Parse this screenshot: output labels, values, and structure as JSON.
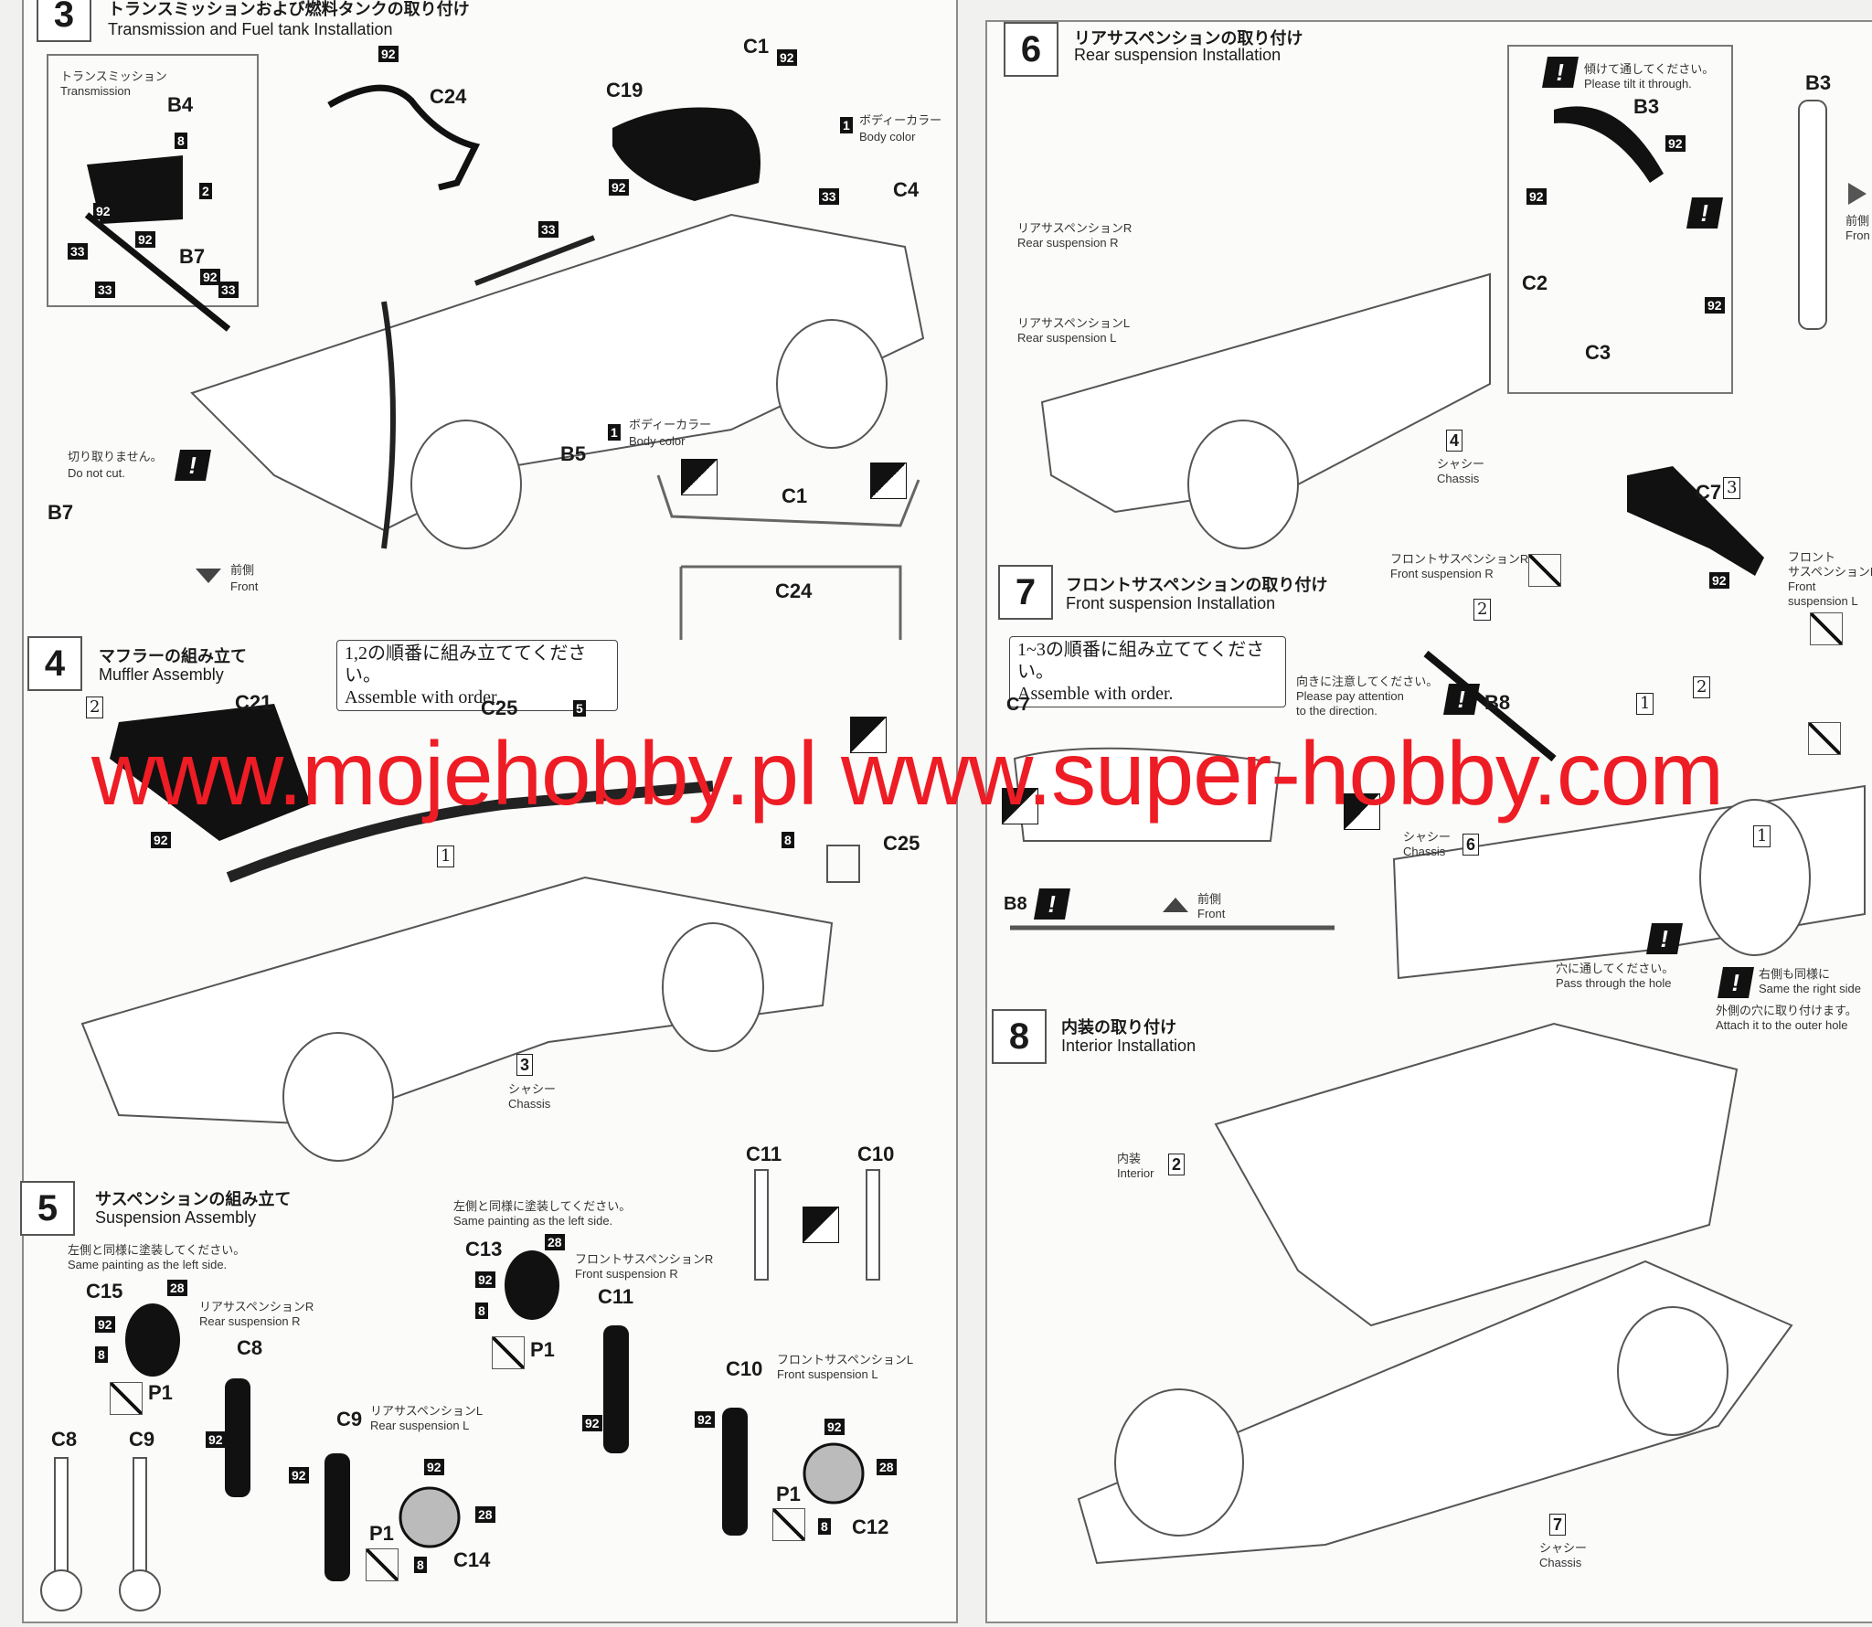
{
  "watermark": "www.mojehobby.pl www.super-hobby.com",
  "colors": {
    "watermark": "#ee1c24",
    "ink": "#111111",
    "paper": "#fbfbfa"
  },
  "step3": {
    "number": "3",
    "title_jp": "トランスミッションおよび燃料タンクの取り付け",
    "title_en": "Transmission and Fuel tank Installation",
    "inset_jp": "トランスミッション",
    "inset_en": "Transmission",
    "parts": [
      "B4",
      "B7",
      "C24",
      "C19",
      "C1",
      "C4",
      "B5",
      "B7",
      "C1",
      "C24"
    ],
    "badges": [
      "8",
      "2",
      "92",
      "92",
      "92",
      "33",
      "33",
      "33",
      "92",
      "92",
      "92",
      "33",
      "33",
      "1",
      "1"
    ],
    "body_color_jp": "ボディーカラー",
    "body_color_en": "Body color",
    "do_not_cut_jp": "切り取りません。",
    "do_not_cut_en": "Do not cut.",
    "front_jp": "前側",
    "front_en": "Front"
  },
  "step4": {
    "number": "4",
    "title_jp": "マフラーの組み立て",
    "title_en": "Muffler Assembly",
    "note_jp": "1,2の順番に組み立ててください。",
    "note_en": "Assemble with order.",
    "parts": [
      "C21",
      "C25",
      "C25"
    ],
    "badges": [
      "92",
      "5",
      "8"
    ],
    "order": [
      "2",
      "1"
    ],
    "chassis_num": "3",
    "chassis_jp": "シャシー",
    "chassis_en": "Chassis"
  },
  "step5": {
    "number": "5",
    "title_jp": "サスペンションの組み立て",
    "title_en": "Suspension Assembly",
    "same_paint_jp": "左側と同様に塗装してください。",
    "same_paint_en": "Same painting as the left side.",
    "rear_r_jp": "リアサスペンションR",
    "rear_r_en": "Rear suspension R",
    "rear_l_jp": "リアサスペンションL",
    "rear_l_en": "Rear suspension L",
    "front_r_jp": "フロントサスペンションR",
    "front_r_en": "Front suspension R",
    "front_l_jp": "フロントサスペンションL",
    "front_l_en": "Front suspension L",
    "parts": [
      "C15",
      "C8",
      "P1",
      "C8",
      "C9",
      "C9",
      "P1",
      "C14",
      "C13",
      "C11",
      "P1",
      "C11",
      "C10",
      "C10",
      "P1",
      "C12"
    ],
    "badges": [
      "28",
      "92",
      "8",
      "92",
      "92",
      "92",
      "28",
      "8",
      "28",
      "92",
      "8",
      "92",
      "92",
      "92",
      "28",
      "8"
    ]
  },
  "step6": {
    "number": "6",
    "title_jp": "リアサスペンションの取り付け",
    "title_en": "Rear suspension Installation",
    "rear_r_jp": "リアサスペンションR",
    "rear_r_en": "Rear suspension R",
    "rear_l_jp": "リアサスペンションL",
    "rear_l_en": "Rear suspension L",
    "tilt_jp": "傾けて通してください。",
    "tilt_en": "Please tilt it through.",
    "parts": [
      "B3",
      "C2",
      "C3",
      "B3"
    ],
    "badges": [
      "92",
      "92",
      "92"
    ],
    "front_jp": "前側",
    "front_en": "Fron",
    "chassis_num": "4",
    "chassis_jp": "シャシー",
    "chassis_en": "Chassis"
  },
  "step7": {
    "number": "7",
    "title_jp": "フロントサスペンションの取り付け",
    "title_en": "Front suspension Installation",
    "note_jp": "1~3の順番に組み立ててください。",
    "note_en": "Assemble with order.",
    "front_r_jp": "フロントサスペンションR",
    "front_r_en": "Front suspension R",
    "front_l_jp1": "フロント",
    "front_l_jp2": "サスペンションL",
    "front_l_en1": "Front",
    "front_l_en2": "suspension L",
    "direction_jp": "向きに注意してください。",
    "direction_en1": "Please pay attention",
    "direction_en2": "to the direction.",
    "parts": [
      "C7",
      "B8",
      "C7",
      "B8"
    ],
    "c7_order": "3",
    "badges": [
      "92"
    ],
    "order": [
      "2",
      "2",
      "1",
      "1"
    ],
    "chassis_num": "6",
    "chassis_jp": "シャシー",
    "chassis_en": "Chassis",
    "front_jp": "前側",
    "front_en": "Front",
    "hole_jp": "穴に通してください。",
    "hole_en": "Pass through the hole",
    "right_jp": "右側も同様に",
    "right_en": "Same the right side",
    "outer_jp": "外側の穴に取り付けます。",
    "outer_en": "Attach it to the outer hole"
  },
  "step8": {
    "number": "8",
    "title_jp": "内装の取り付け",
    "title_en": "Interior Installation",
    "interior_jp": "内装",
    "interior_en": "Interior",
    "interior_num": "2",
    "chassis_num": "7",
    "chassis_jp": "シャシー",
    "chassis_en": "Chassis"
  }
}
